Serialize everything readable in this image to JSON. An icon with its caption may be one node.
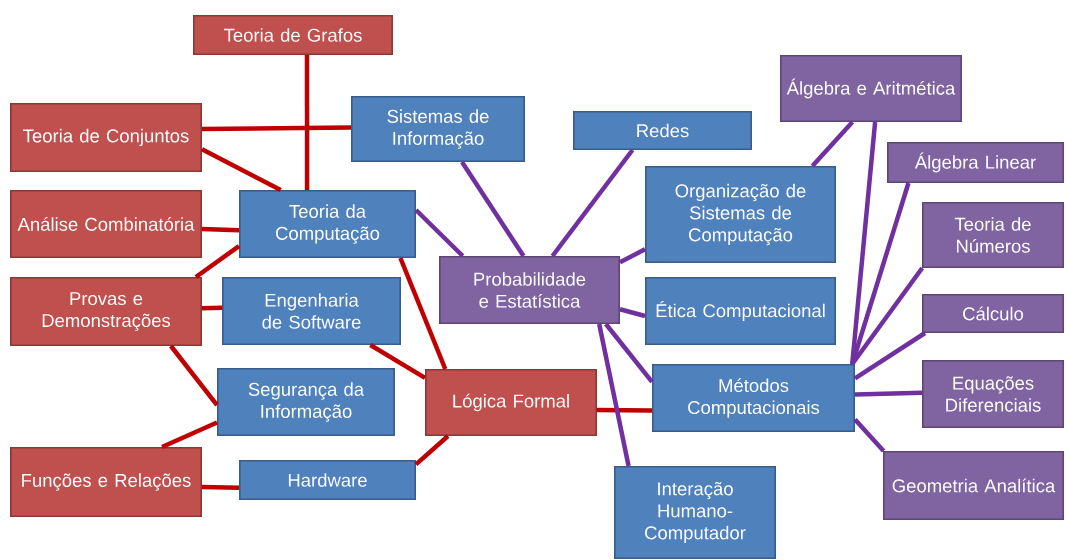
{
  "diagram": {
    "nodes": [
      {
        "text": [
          "Teoria de Grafos"
        ]
      },
      {
        "text": [
          "Teoria de Conjuntos"
        ]
      },
      {
        "text": [
          "Sistemas de Informação"
        ]
      },
      {
        "text": [
          "Análise Combinatória"
        ]
      },
      {
        "text": [
          "Teoria da Computação"
        ]
      },
      {
        "text": [
          "Redes"
        ]
      },
      {
        "text": [
          "Álgebra e Aritmética"
        ]
      },
      {
        "text": [
          "Álgebra Linear"
        ]
      },
      {
        "text": [
          "Organização de Sistemas de Computação"
        ]
      },
      {
        "text": [
          "Teoria de Números"
        ]
      },
      {
        "text": [
          "Probabilidade e Estatística"
        ]
      },
      {
        "text": [
          "Provas e Demonstrações"
        ]
      },
      {
        "text": [
          "Engenharia de Software"
        ]
      },
      {
        "text": [
          "Ética Computacional"
        ]
      },
      {
        "text": [
          "Cálculo"
        ]
      },
      {
        "text": [
          "Segurança da Informação"
        ]
      },
      {
        "text": [
          "Lógica Formal"
        ]
      },
      {
        "text": [
          "Métodos Computacionais"
        ]
      },
      {
        "text": [
          "Equações Diferenciais"
        ]
      },
      {
        "text": [
          "Funções e Relações"
        ]
      },
      {
        "text": [
          "Hardware"
        ]
      },
      {
        "text": [
          "Geometria Analítica"
        ]
      },
      {
        "text": [
          "Interação Humano-Computador"
        ]
      }
    ],
    "edges": [
      {
        "from": 0,
        "to": 4,
        "arrow": "none",
        "color": "#c00000"
      },
      {
        "from": 1,
        "to": 2,
        "arrow": "none",
        "color": "#c00000"
      },
      {
        "from": 1,
        "to": 4,
        "arrow": "none",
        "color": "#c00000"
      },
      {
        "from": 3,
        "to": 4,
        "arrow": "none",
        "color": "#c00000"
      },
      {
        "from": 4,
        "to": 11,
        "arrow": "none",
        "color": "#c00000"
      },
      {
        "from": 11,
        "to": 12,
        "arrow": "none",
        "color": "#c00000"
      },
      {
        "from": 11,
        "to": 15,
        "arrow": "none",
        "color": "#c00000"
      },
      {
        "from": 15,
        "to": 19,
        "arrow": "none",
        "color": "#c00000"
      },
      {
        "from": 19,
        "to": 20,
        "arrow": "none",
        "color": "#c00000"
      },
      {
        "from": 20,
        "to": 16,
        "arrow": "none",
        "color": "#c00000"
      },
      {
        "from": 12,
        "to": 16,
        "arrow": "none",
        "color": "#c00000"
      },
      {
        "from": 4,
        "to": 16,
        "arrow": "none",
        "color": "#c00000"
      },
      {
        "from": 16,
        "to": 17,
        "arrow": "none",
        "color": "#c00000"
      },
      {
        "from": 4,
        "to": 10,
        "arrow": "none"
      },
      {
        "from": 2,
        "to": 10,
        "arrow": "none"
      },
      {
        "from": 5,
        "to": 10,
        "arrow": "none"
      },
      {
        "from": 10,
        "to": 8,
        "arrow": "none"
      },
      {
        "from": 10,
        "to": 13,
        "arrow": "none"
      },
      {
        "from": 10,
        "to": 17,
        "arrow": "none"
      },
      {
        "from": 10,
        "to": 22,
        "arrow": "none"
      },
      {
        "from": 8,
        "to": 6,
        "arrow": "none"
      },
      {
        "from": 17,
        "to": 6,
        "arrow": "none"
      },
      {
        "from": 17,
        "to": 7,
        "arrow": "none"
      },
      {
        "from": 17,
        "to": 9,
        "arrow": "none"
      },
      {
        "from": 17,
        "to": 14,
        "arrow": "none"
      },
      {
        "from": 17,
        "to": 18,
        "arrow": "none"
      },
      {
        "from": 17,
        "to": 21,
        "arrow": "none"
      }
    ]
  }
}
